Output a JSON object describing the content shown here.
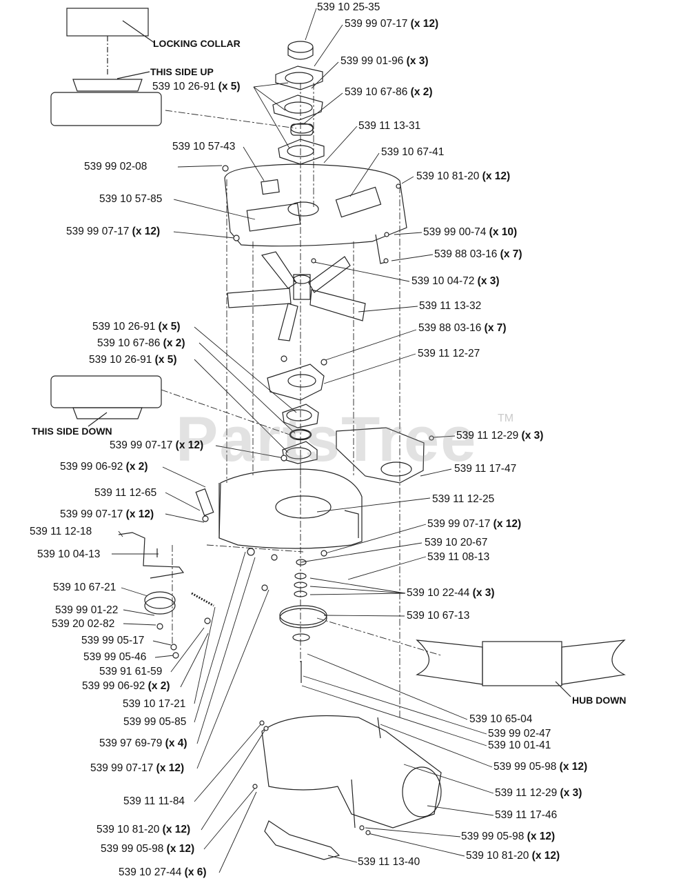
{
  "watermark": "PartsTree",
  "watermark_tm": "TM",
  "notes": {
    "locking_collar": "LOCKING COLLAR",
    "this_side_up": "THIS SIDE UP",
    "this_side_down": "THIS SIDE DOWN",
    "hub_down": "HUB DOWN"
  },
  "labels": [
    {
      "id": "l01",
      "part": "539 10 25-35",
      "qty": ""
    },
    {
      "id": "l02",
      "part": "539 99 07-17",
      "qty": "(x 12)"
    },
    {
      "id": "l03",
      "part": "539 99 01-96",
      "qty": "(x 3)"
    },
    {
      "id": "l04",
      "part": "539 10 26-91",
      "qty": "(x 5)"
    },
    {
      "id": "l05",
      "part": "539 10 67-86",
      "qty": "(x 2)"
    },
    {
      "id": "l06",
      "part": "539 11 13-31",
      "qty": ""
    },
    {
      "id": "l07",
      "part": "539 10 57-43",
      "qty": ""
    },
    {
      "id": "l08",
      "part": "539 10 67-41",
      "qty": ""
    },
    {
      "id": "l09",
      "part": "539 99 02-08",
      "qty": ""
    },
    {
      "id": "l10",
      "part": "539 10 81-20",
      "qty": "(x 12)"
    },
    {
      "id": "l11",
      "part": "539 10 57-85",
      "qty": ""
    },
    {
      "id": "l12",
      "part": "539 99 07-17",
      "qty": "(x 12)"
    },
    {
      "id": "l13",
      "part": "539 99 00-74",
      "qty": "(x 10)"
    },
    {
      "id": "l14",
      "part": "539 88 03-16",
      "qty": "(x 7)"
    },
    {
      "id": "l15",
      "part": "539 10 04-72",
      "qty": "(x 3)"
    },
    {
      "id": "l16",
      "part": "539 11 13-32",
      "qty": ""
    },
    {
      "id": "l17",
      "part": "539 10 26-91",
      "qty": "(x 5)"
    },
    {
      "id": "l18",
      "part": "539 88 03-16",
      "qty": "(x 7)"
    },
    {
      "id": "l19",
      "part": "539 10 67-86",
      "qty": "(x 2)"
    },
    {
      "id": "l20",
      "part": "539 11 12-27",
      "qty": ""
    },
    {
      "id": "l21",
      "part": "539 10 26-91",
      "qty": "(x 5)"
    },
    {
      "id": "l22",
      "part": "539 11 12-29",
      "qty": "(x 3)"
    },
    {
      "id": "l23",
      "part": "539 99 07-17",
      "qty": "(x 12)"
    },
    {
      "id": "l24",
      "part": "539 11 17-47",
      "qty": ""
    },
    {
      "id": "l25",
      "part": "539 99 06-92",
      "qty": "(x 2)"
    },
    {
      "id": "l26",
      "part": "539 11 12-65",
      "qty": ""
    },
    {
      "id": "l27",
      "part": "539 11 12-25",
      "qty": ""
    },
    {
      "id": "l28",
      "part": "539 99 07-17",
      "qty": "(x 12)"
    },
    {
      "id": "l29",
      "part": "539 99 07-17",
      "qty": "(x 12)"
    },
    {
      "id": "l30",
      "part": "539 11 12-18",
      "qty": ""
    },
    {
      "id": "l31",
      "part": "539 10 20-67",
      "qty": ""
    },
    {
      "id": "l32",
      "part": "539 10 04-13",
      "qty": ""
    },
    {
      "id": "l33",
      "part": "539 11 08-13",
      "qty": ""
    },
    {
      "id": "l34",
      "part": "539 10 67-21",
      "qty": ""
    },
    {
      "id": "l35",
      "part": "539 10 22-44",
      "qty": "(x 3)"
    },
    {
      "id": "l36",
      "part": "539 99 01-22",
      "qty": ""
    },
    {
      "id": "l37",
      "part": "539 10 67-13",
      "qty": ""
    },
    {
      "id": "l38",
      "part": "539 20 02-82",
      "qty": ""
    },
    {
      "id": "l39",
      "part": "539 99 05-17",
      "qty": ""
    },
    {
      "id": "l40",
      "part": "539 99 05-46",
      "qty": ""
    },
    {
      "id": "l41",
      "part": "539 91 61-59",
      "qty": ""
    },
    {
      "id": "l42",
      "part": "539 99 06-92",
      "qty": "(x 2)"
    },
    {
      "id": "l43",
      "part": "539 10 17-21",
      "qty": ""
    },
    {
      "id": "l44",
      "part": "539 10 65-04",
      "qty": ""
    },
    {
      "id": "l45",
      "part": "539 99 05-85",
      "qty": ""
    },
    {
      "id": "l46",
      "part": "539 99 02-47",
      "qty": ""
    },
    {
      "id": "l47",
      "part": "539 97 69-79",
      "qty": "(x 4)"
    },
    {
      "id": "l48",
      "part": "539 10 01-41",
      "qty": ""
    },
    {
      "id": "l49",
      "part": "539 99 07-17",
      "qty": "(x 12)"
    },
    {
      "id": "l50",
      "part": "539 99 05-98",
      "qty": "(x 12)"
    },
    {
      "id": "l51",
      "part": "539 11 12-29",
      "qty": "(x 3)"
    },
    {
      "id": "l52",
      "part": "539 11 11-84",
      "qty": ""
    },
    {
      "id": "l53",
      "part": "539 11 17-46",
      "qty": ""
    },
    {
      "id": "l54",
      "part": "539 10 81-20",
      "qty": "(x 12)"
    },
    {
      "id": "l55",
      "part": "539 99 05-98",
      "qty": "(x 12)"
    },
    {
      "id": "l56",
      "part": "539 99 05-98",
      "qty": "(x 12)"
    },
    {
      "id": "l57",
      "part": "539 10 81-20",
      "qty": "(x 12)"
    },
    {
      "id": "l58",
      "part": "539 10 27-44",
      "qty": "(x 6)"
    },
    {
      "id": "l59",
      "part": "539 11 13-40",
      "qty": ""
    }
  ]
}
